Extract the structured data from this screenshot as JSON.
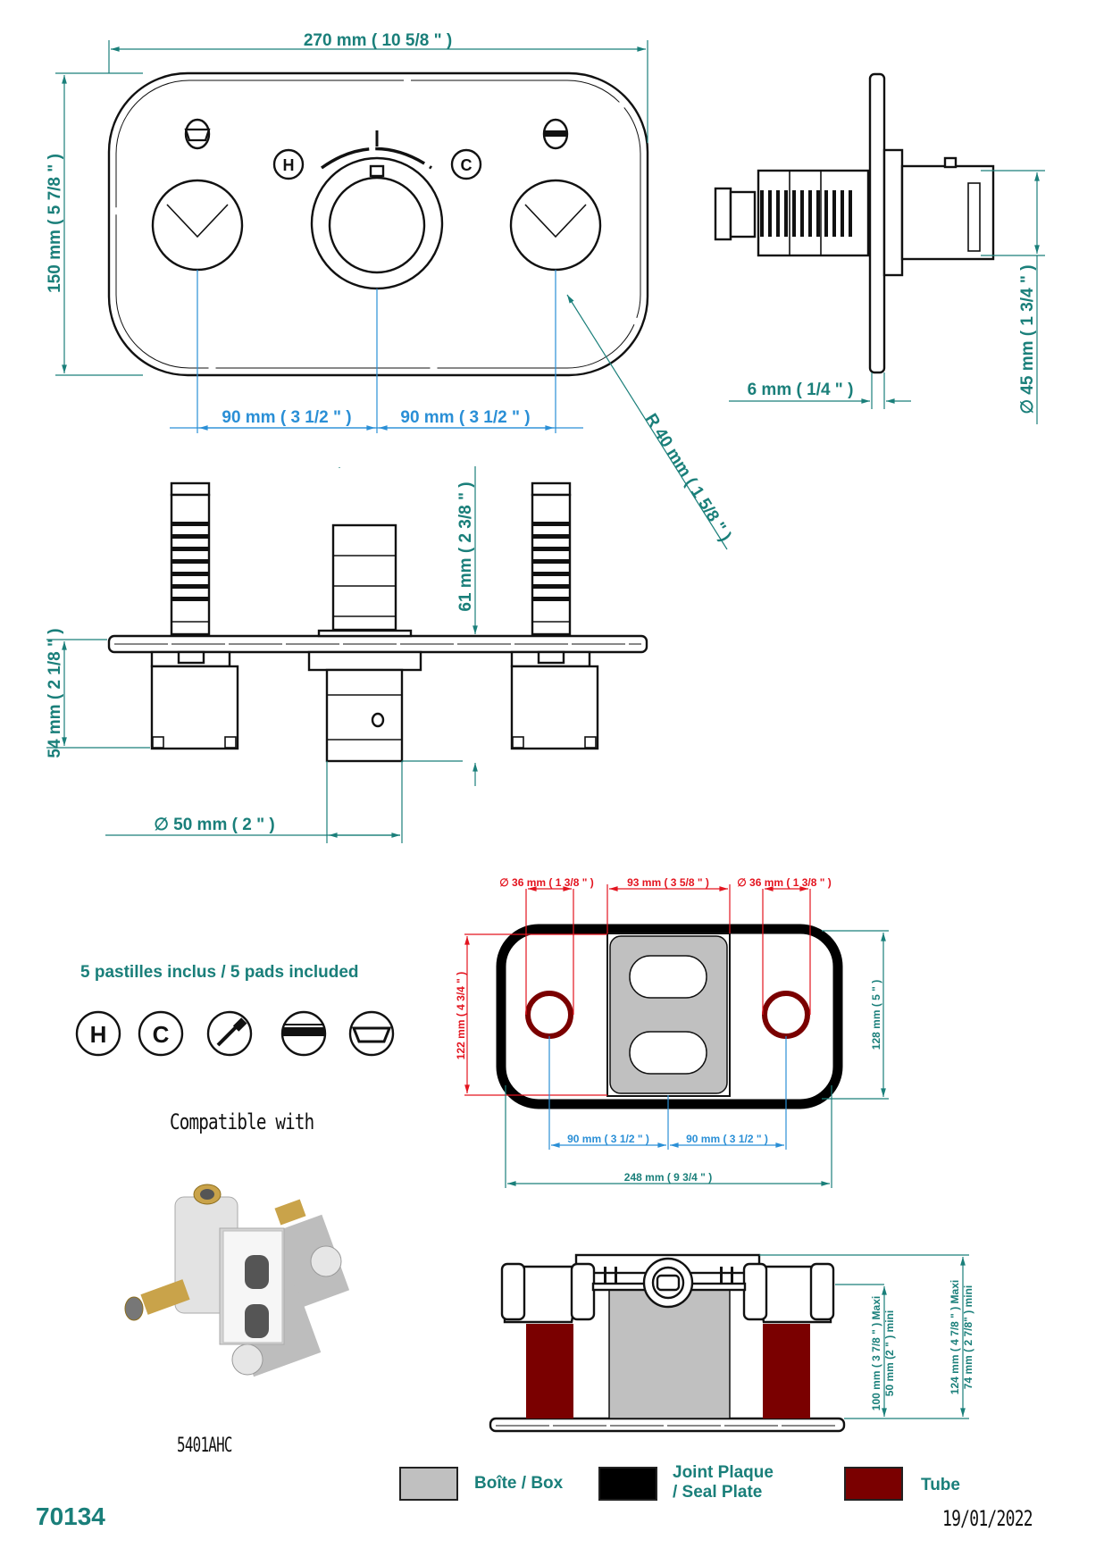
{
  "colors": {
    "dimension_teal": "#1a7f7a",
    "dimension_blue": "#2a8fd6",
    "dimension_red": "#e3141f",
    "box_gray": "#c0c0c0",
    "seal_black": "#000000",
    "tube_red": "#7a0000"
  },
  "front_view": {
    "width_label": "270 mm ( 10 5/8 \" )",
    "height_label": "150 mm ( 5 7/8 \" )",
    "spacing_left_label": "90 mm ( 3 1/2 \" )",
    "spacing_right_label": "90 mm ( 3 1/2 \" )",
    "radius_label": "R 40 mm ( 1 5/8 \" )",
    "hot_symbol": "H",
    "cold_symbol": "C"
  },
  "side_view": {
    "thickness_label": "6 mm ( 1/4 \" )",
    "diameter_label": "∅ 45 mm ( 1 3/4 \" )"
  },
  "top_view": {
    "depth_front_label": "61 mm ( 2 3/8 \" )",
    "depth_back_label": "54 mm ( 2 1/8 \" )",
    "cartridge_diameter_label": "∅ 50 mm ( 2 \" )"
  },
  "cutout_view": {
    "hole_left_label": "∅ 36 mm ( 1 3/8 \" )",
    "box_width_label": "93 mm ( 3 5/8 \" )",
    "hole_right_label": "∅ 36 mm ( 1 3/8 \" )",
    "inner_height_label": "122 mm ( 4 3/4 \" )",
    "outer_height_label": "128 mm ( 5 \" )",
    "spacing_left_label": "90 mm ( 3 1/2 \" )",
    "spacing_right_label": "90 mm ( 3 1/2 \" )",
    "overall_width_label": "248 mm ( 9 3/4 \" )"
  },
  "section_view": {
    "inner_depth_max_label": "100 mm ( 3 7/8 \" )  Maxi",
    "inner_depth_min_label": "50 mm (2 \" ) mini",
    "outer_depth_max_label": "124 mm ( 4 7/8 \" )  Maxi",
    "outer_depth_min_label": "74 mm ( 2 7/8\" ) mini"
  },
  "pads": {
    "title": "5 pastilles inclus / 5 pads included",
    "items": [
      {
        "icon": "hot-icon",
        "glyph": "H"
      },
      {
        "icon": "cold-icon",
        "glyph": "C"
      },
      {
        "icon": "hand-shower-icon",
        "glyph": ""
      },
      {
        "icon": "rain-shower-icon",
        "glyph": ""
      },
      {
        "icon": "bath-tub-icon",
        "glyph": ""
      }
    ]
  },
  "compatible": {
    "label": "Compatible with",
    "model": "5401AHC"
  },
  "legend": [
    {
      "label": "Boîte / Box",
      "color": "#c0c0c0"
    },
    {
      "label": "Joint Plaque\n/ Seal Plate",
      "line1": "Joint Plaque",
      "line2": "/ Seal Plate",
      "color": "#000000"
    },
    {
      "label": "Tube",
      "color": "#7a0000"
    }
  ],
  "footer": {
    "reference": "70134",
    "date": "19/01/2022"
  }
}
